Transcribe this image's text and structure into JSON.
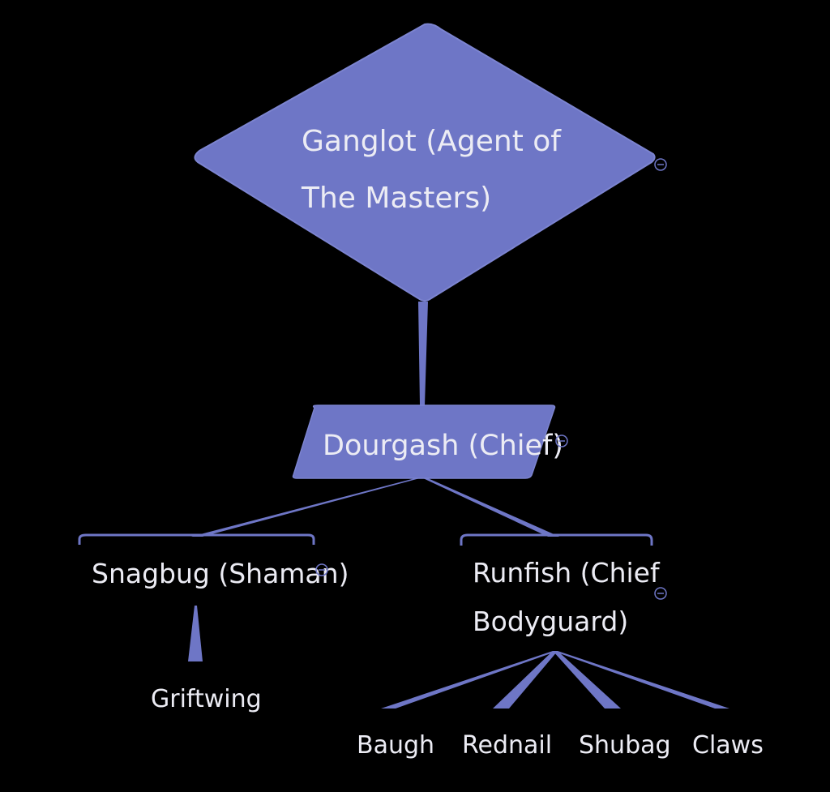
{
  "colors": {
    "background": "#000000",
    "node_fill": "#6E76C6",
    "text": "#ECECF4"
  },
  "nodes": {
    "root": {
      "line1": "Ganglot (Agent of",
      "line2": "The Masters)"
    },
    "chief": {
      "label": "Dourgash (Chief)"
    },
    "shaman": {
      "label": "Snagbug (Shaman)"
    },
    "bodyguard": {
      "line1": "Runfish (Chief",
      "line2": "Bodyguard)"
    },
    "griftwing": {
      "label": "Griftwing"
    },
    "baugh": {
      "label": "Baugh"
    },
    "rednail": {
      "label": "Rednail"
    },
    "shubag": {
      "label": "Shubag"
    },
    "claws": {
      "label": "Claws"
    }
  },
  "collapse_icon": "collapse-minus-icon"
}
